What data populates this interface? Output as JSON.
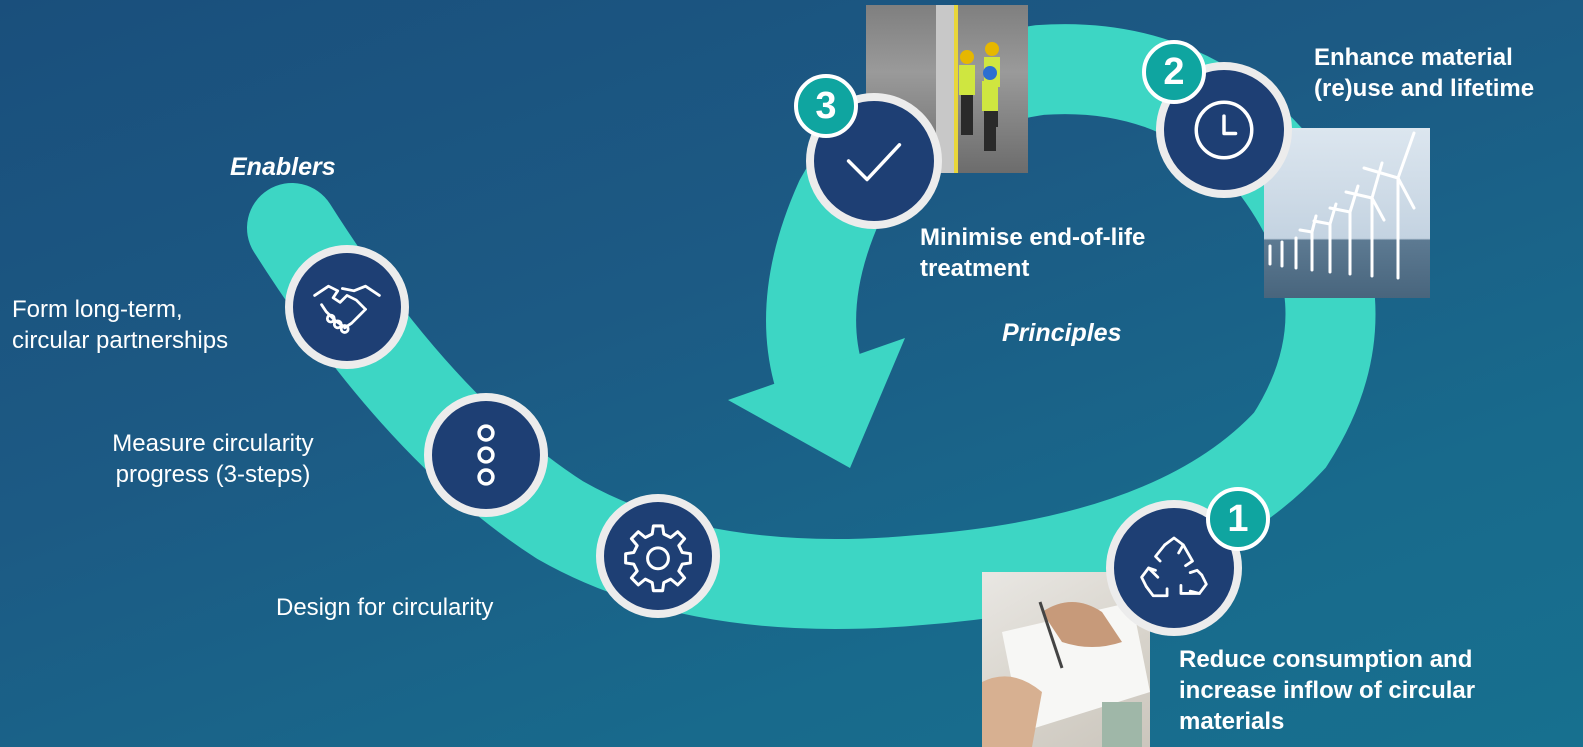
{
  "sections": {
    "enablers_title": "Enablers",
    "principles_title": "Principles"
  },
  "enablers": [
    {
      "label": "Form long-term, circular partnerships",
      "icon": "handshake-icon"
    },
    {
      "label": "Measure circularity progress (3-steps)",
      "icon": "three-circles-icon"
    },
    {
      "label": "Design for circularity",
      "icon": "gear-icon"
    }
  ],
  "principles": [
    {
      "number": "1",
      "label": "Reduce consumption and increase inflow of circular materials",
      "icon": "recycle-icon",
      "photo": "document-signing-photo"
    },
    {
      "number": "2",
      "label": "Enhance material (re)use and lifetime",
      "icon": "clock-icon",
      "photo": "offshore-wind-turbines-photo"
    },
    {
      "number": "3",
      "label": "Minimise end-of-life treatment",
      "icon": "checkmark-icon",
      "photo": "workers-in-safety-vests-photo"
    }
  ],
  "colors": {
    "background": "#1a4f7c",
    "arc": "#3dd6c4",
    "circle_fill": "#1e3f74",
    "circle_border": "#ececec",
    "badge": "#0fa5a0"
  }
}
